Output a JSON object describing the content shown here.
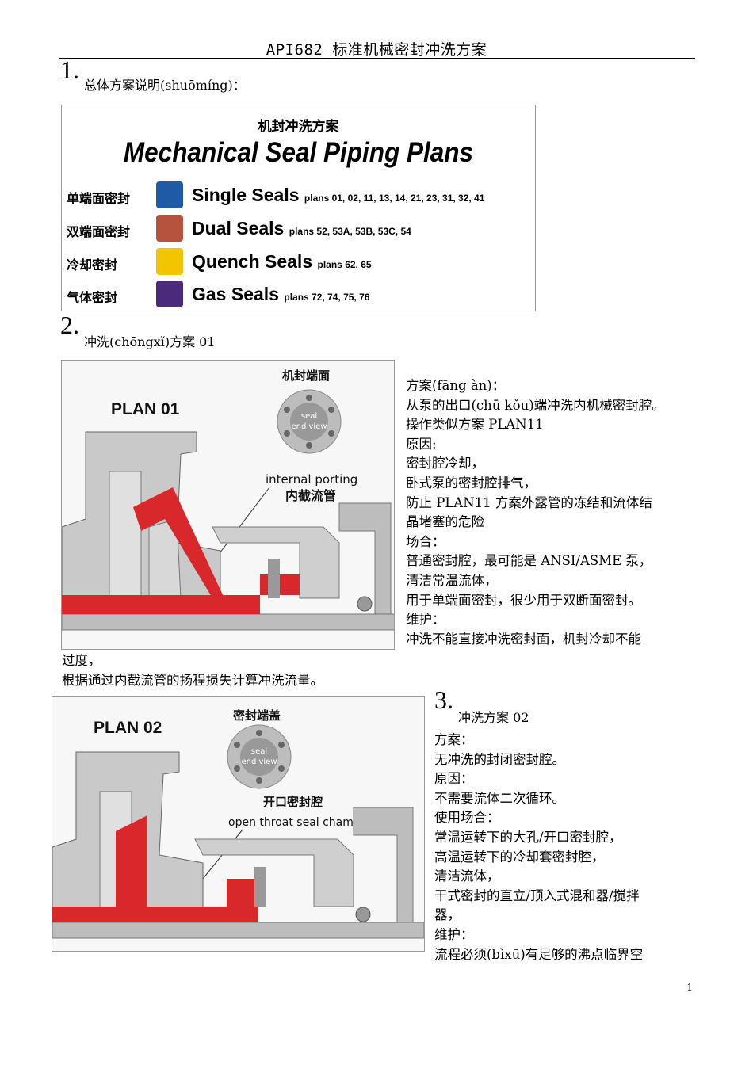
{
  "header": {
    "title": "API682 标准机械密封冲洗方案"
  },
  "section1": {
    "number": "1.",
    "heading": "总体方案说明(shuōmíng)："
  },
  "legend_figure": {
    "title_cn": "机封冲洗方案",
    "title_en": "Mechanical Seal Piping Plans",
    "rows": [
      {
        "cn": "单端面密封",
        "en": "Single Seals",
        "plans": "plans 01, 02, 11, 13, 14, 21, 23, 31, 32, 41",
        "color": "#1f5aa6"
      },
      {
        "cn": "双端面密封",
        "en": "Dual Seals",
        "plans": "plans 52, 53A, 53B, 53C, 54",
        "color": "#b5533f"
      },
      {
        "cn": "冷却密封",
        "en": "Quench Seals",
        "plans": "plans 62, 65",
        "color": "#f2c500"
      },
      {
        "cn": "气体密封",
        "en": "Gas Seals",
        "plans": "plans 72, 74, 75, 76",
        "color": "#4a2a7a"
      }
    ]
  },
  "section2": {
    "number": "2.",
    "heading": "冲洗(chōngxǐ)方案 01",
    "figure": {
      "plan_label": "PLAN 01",
      "face_label_cn": "机封端面",
      "seal_end_view": [
        "seal",
        "end view"
      ],
      "porting_en": "internal porting",
      "porting_cn": "内截流管"
    },
    "lines": [
      "方案(fāng àn)：",
      "从泵的出口(chū kǒu)端冲洗内机械密封腔。",
      "操作类似方案 PLAN11",
      "原因:",
      "密封腔冷却，",
      "卧式泵的密封腔排气，",
      "防止 PLAN11 方案外露管的冻结和流体结",
      "晶堵塞的危险",
      "场合：",
      "普通密封腔，最可能是 ANSI/ASME 泵，",
      "清洁常温流体，",
      "用于单端面密封，很少用于双断面密封。",
      "维护：",
      "冲洗不能直接冲洗密封面，机封冷却不能"
    ],
    "continuation": [
      "过度，",
      "根据通过内截流管的扬程损失计算冲洗流量。"
    ]
  },
  "section3": {
    "number": "3.",
    "heading": "冲洗方案 02",
    "figure": {
      "plan_label": "PLAN 02",
      "cover_label_cn": "密封端盖",
      "seal_end_view": [
        "seal",
        "end view"
      ],
      "chamber_cn": "开口密封腔",
      "chamber_en": "open throat seal chamber shown"
    },
    "lines": [
      "方案：",
      "无冲洗的封闭密封腔。",
      "原因：",
      "不需要流体二次循环。",
      "使用场合：",
      "常温运转下的大孔/开口密封腔，",
      "高温运转下的冷却套密封腔，",
      "清洁流体，",
      "干式密封的直立/顶入式混和器/搅拌",
      "器，",
      "维护：",
      "流程必须(bìxū)有足够的沸点临界空"
    ]
  },
  "footer": {
    "page_number": "1"
  }
}
